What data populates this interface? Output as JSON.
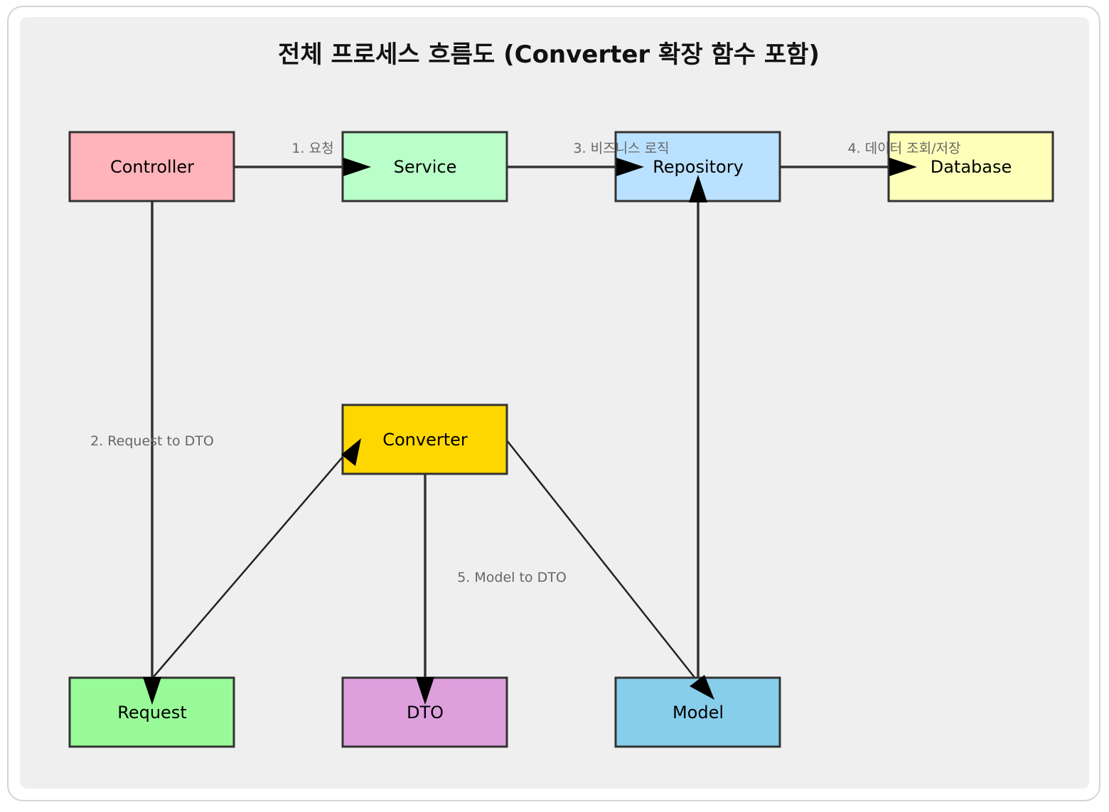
{
  "title": "전체 프로세스 흐름도 (Converter 확장 함수 포함)",
  "colors": {
    "controller": "#ffb3ba",
    "service": "#baffc9",
    "repository": "#bae1ff",
    "database": "#ffffba",
    "converter": "#ffd700",
    "request": "#98fb98",
    "dto": "#dda0dd",
    "model": "#87ceeb"
  },
  "nodes": {
    "controller": "Controller",
    "service": "Service",
    "repository": "Repository",
    "database": "Database",
    "converter": "Converter",
    "request": "Request",
    "dto": "DTO",
    "model": "Model"
  },
  "edges": {
    "request": "1. 요청",
    "request_to_dto": "2. Request to DTO",
    "business_logic": "3. 비즈니스 로직",
    "data_access": "4. 데이터 조회/저장",
    "model_to_dto": "5. Model to DTO"
  }
}
